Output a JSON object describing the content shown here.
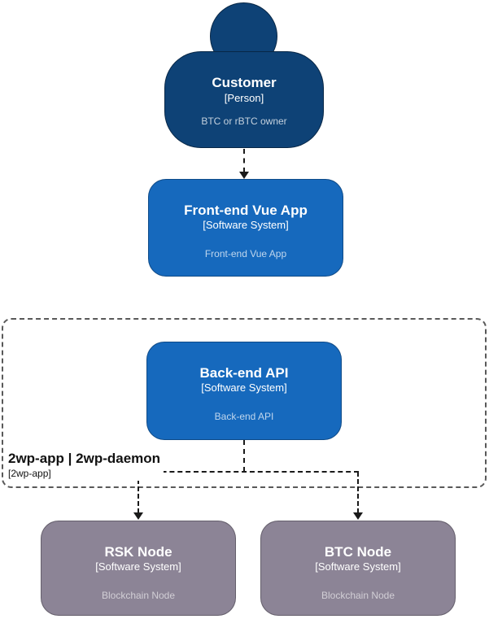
{
  "colors": {
    "person": "#0e4276",
    "system": "#1669bd",
    "external": "#8c8496",
    "boundary": "#595959",
    "connector": "#1a1a1a"
  },
  "nodes": {
    "customer": {
      "title": "Customer",
      "type": "[Person]",
      "description": "BTC or rBTC owner"
    },
    "frontend": {
      "title": "Front-end Vue App",
      "type": "[Software System]",
      "description": "Front-end Vue App"
    },
    "backend": {
      "title": "Back-end API",
      "type": "[Software System]",
      "description": "Back-end API"
    },
    "rsk": {
      "title": "RSK Node",
      "type": "[Software System]",
      "description": "Blockchain Node"
    },
    "btc": {
      "title": "BTC Node",
      "type": "[Software System]",
      "description": "Blockchain Node"
    }
  },
  "boundary": {
    "title": "2wp-app | 2wp-daemon",
    "subtitle": "[2wp-app]"
  }
}
